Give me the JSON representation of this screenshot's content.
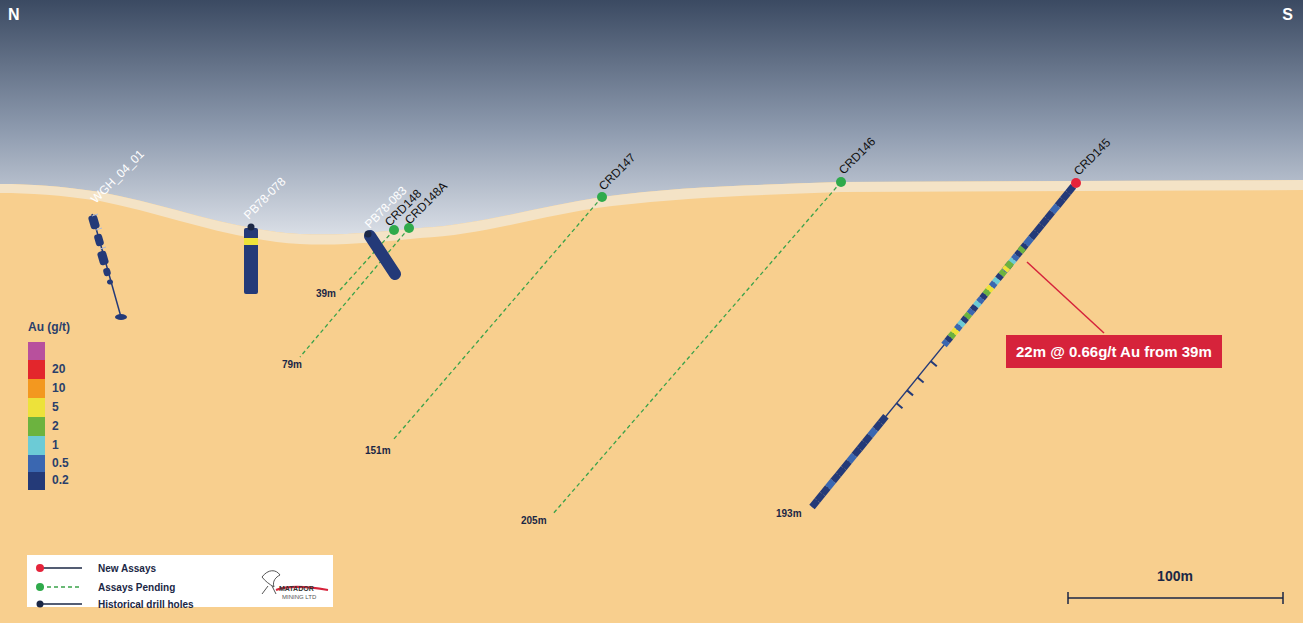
{
  "diagram": {
    "nodes": [
      {
        "text": [
          "22m @ 0.66g/t Au from 39m"
        ]
      }
    ],
    "labels": [
      "N",
      "S",
      "WGH_04_01",
      "PB78-078",
      "PB78-083",
      "CRD148",
      "CRD148A",
      "CRD147",
      "CRD146",
      "CRD145",
      "39m",
      "79m",
      "151m",
      "205m",
      "193m",
      "Au (g/t)",
      "MATADOR",
      "MINING LTD",
      "100m"
    ],
    "legend": [
      {
        "text": "20",
        "color": "#e3262c"
      },
      {
        "text": "10",
        "color": "#f3981f"
      },
      {
        "text": "5",
        "color": "#ede23a"
      },
      {
        "text": "2",
        "color": "#6cb33f"
      },
      {
        "text": "1",
        "color": "#6ccbd6"
      },
      {
        "text": "0.5",
        "color": "#3a67b1"
      },
      {
        "text": "0.2",
        "color": "#243a78"
      },
      {
        "text": "New Assays"
      },
      {
        "text": "Assays Pending"
      },
      {
        "text": "Historical drill holes"
      }
    ]
  }
}
